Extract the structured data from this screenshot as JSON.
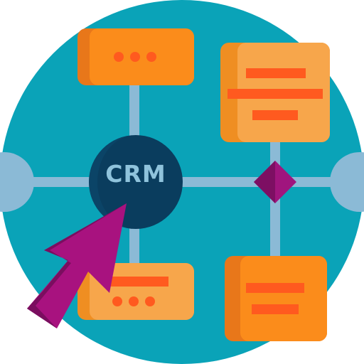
{
  "hub": {
    "label": "CRM"
  },
  "colors": {
    "background_circle": "#0aa3b8",
    "connector": "#8bbad6",
    "hub_dark": "#0a3d5e",
    "hub_shade": "#0c4a6e",
    "card_orange": "#fb8c1b",
    "card_orange_side": "#e8771a",
    "card_light": "#f7a64b",
    "card_light_side": "#ef8e22",
    "card_line": "#ff5a1f",
    "diamond": "#a0157e",
    "diamond_shade": "#7d0f63",
    "cursor": "#a8127f",
    "cursor_shade": "#7a0e5f"
  },
  "icons": {
    "cursor": "arrow-pointer",
    "junction": "diamond"
  }
}
